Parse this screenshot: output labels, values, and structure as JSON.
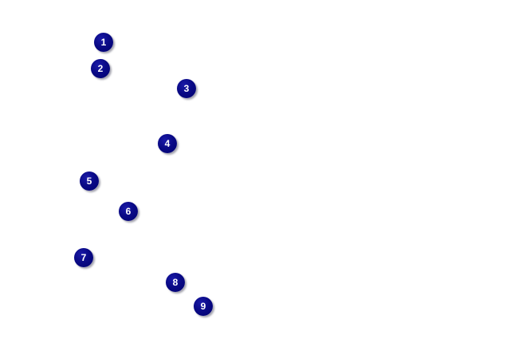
{
  "markers": [
    {
      "label": "1"
    },
    {
      "label": "2"
    },
    {
      "label": "3"
    },
    {
      "label": "4"
    },
    {
      "label": "5"
    },
    {
      "label": "6"
    },
    {
      "label": "7"
    },
    {
      "label": "8"
    },
    {
      "label": "9"
    }
  ],
  "colors": {
    "marker_fill": "#0a0a86",
    "marker_text": "#ffffff",
    "background": "#ffffff"
  }
}
